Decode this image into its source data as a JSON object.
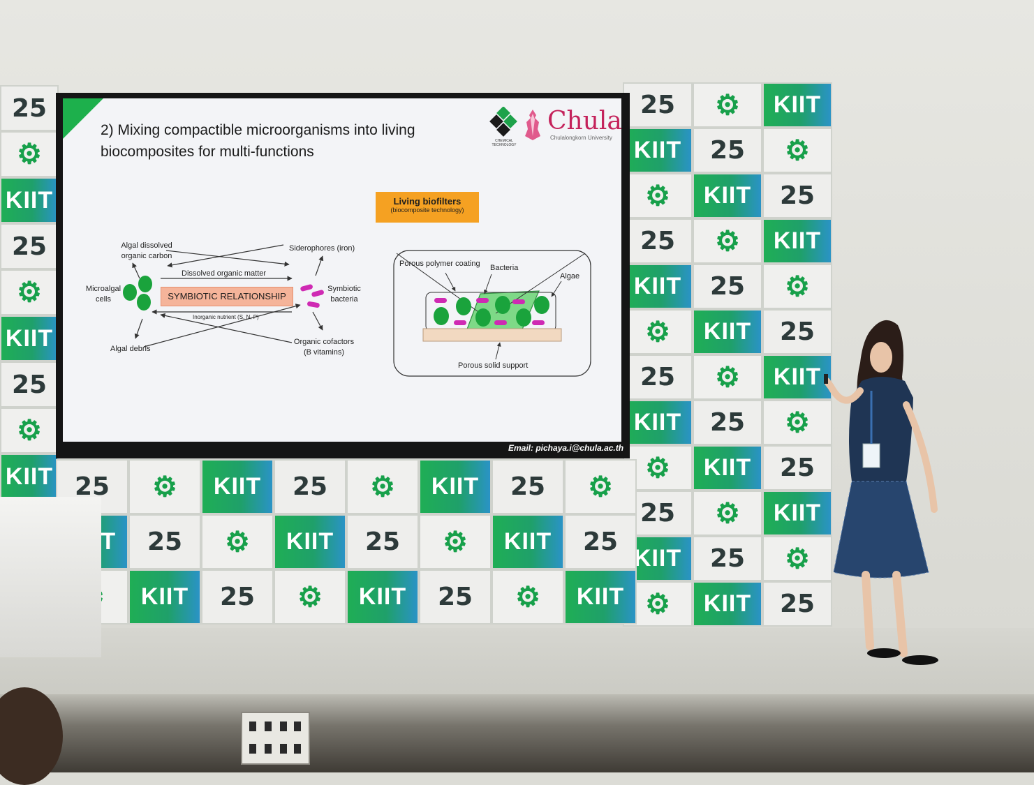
{
  "slide": {
    "title": "2) Mixing compactible microorganisms into living biocomposites for multi-functions",
    "email": "Email: pichaya.i@chula.ac.th",
    "logo_chula": "Chula",
    "logo_chula_sub": "Chulalongkorn University",
    "logo_chem": "CHEMICAL TECHNOLOGY",
    "left_diagram": {
      "algal_dissolved": "Algal dissolved organic carbon",
      "siderophores": "Siderophores (iron)",
      "dissolved_organic_matter": "Dissolved organic matter",
      "microalgal_cells": "Microalgal cells",
      "symbiotic_relationship": "SYMBIOTIC RELATIONSHIP",
      "symbiotic_bacteria": "Symbiotic bacteria",
      "inorganic_nutrient": "Inorganic nutrient (S, N, P)",
      "algal_debris": "Algal debris",
      "organic_cofactors": "Organic cofactors (B vitamins)"
    },
    "right_diagram": {
      "living_biofilters": "Living biofilters",
      "biocomposite_technology": "(biocomposite technology)",
      "porous_polymer_coating": "Porous polymer coating",
      "bacteria": "Bacteria",
      "algae": "Algae",
      "porous_solid_support": "Porous solid support"
    }
  },
  "backdrop": {
    "kiit_text": "KIIT",
    "number_text": "25",
    "logo_text": "KIIT"
  },
  "colors": {
    "kiit_green": "#1fae55",
    "kiit_blue": "#2a93c6",
    "chula_pink": "#c4225b",
    "orange_box": "#f5a122",
    "symbiotic_box": "#f5b49a",
    "algae_green": "#1aa33c",
    "bacteria_magenta": "#cf2ab3"
  }
}
